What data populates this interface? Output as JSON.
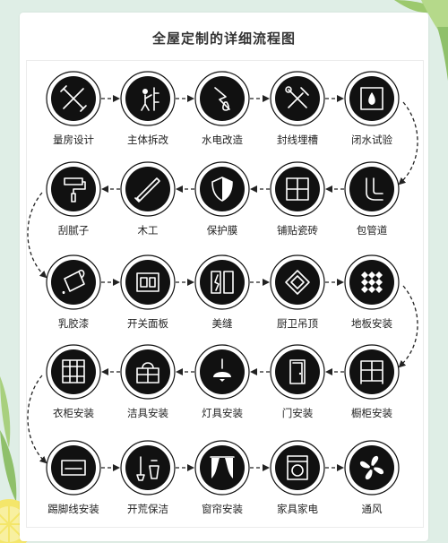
{
  "title": "全屋定制的详细流程图",
  "steps": [
    {
      "label": "量房设计",
      "icon": "ruler-pencil-icon"
    },
    {
      "label": "主体拆改",
      "icon": "worker-icon"
    },
    {
      "label": "水电改造",
      "icon": "water-electric-icon"
    },
    {
      "label": "封线埋槽",
      "icon": "tools-icon"
    },
    {
      "label": "闭水试验",
      "icon": "water-drop-icon"
    },
    {
      "label": "包管道",
      "icon": "pipe-icon"
    },
    {
      "label": "铺贴瓷砖",
      "icon": "tile-icon"
    },
    {
      "label": "保护膜",
      "icon": "shield-icon"
    },
    {
      "label": "木工",
      "icon": "saw-icon"
    },
    {
      "label": "刮腻子",
      "icon": "paint-roller-icon"
    },
    {
      "label": "乳胶漆",
      "icon": "paint-bucket-icon"
    },
    {
      "label": "开关面板",
      "icon": "switch-panel-icon"
    },
    {
      "label": "美缝",
      "icon": "seam-icon"
    },
    {
      "label": "厨卫吊顶",
      "icon": "ceiling-icon"
    },
    {
      "label": "地板安装",
      "icon": "floor-icon"
    },
    {
      "label": "橱柜安装",
      "icon": "cabinet-icon"
    },
    {
      "label": "门安装",
      "icon": "door-icon"
    },
    {
      "label": "灯具安装",
      "icon": "lamp-icon"
    },
    {
      "label": "洁具安装",
      "icon": "vanity-icon"
    },
    {
      "label": "衣柜安装",
      "icon": "wardrobe-icon"
    },
    {
      "label": "踢脚线安装",
      "icon": "baseboard-icon"
    },
    {
      "label": "开荒保洁",
      "icon": "cleaning-icon"
    },
    {
      "label": "窗帘安装",
      "icon": "curtain-icon"
    },
    {
      "label": "家具家电",
      "icon": "washer-icon"
    },
    {
      "label": "通风",
      "icon": "fan-icon"
    }
  ],
  "colors": {
    "circle": "#111111",
    "line": "#222222",
    "bg": "#dfeee6",
    "leaf": "#8fc06a",
    "lemon": "#f2e04a"
  }
}
